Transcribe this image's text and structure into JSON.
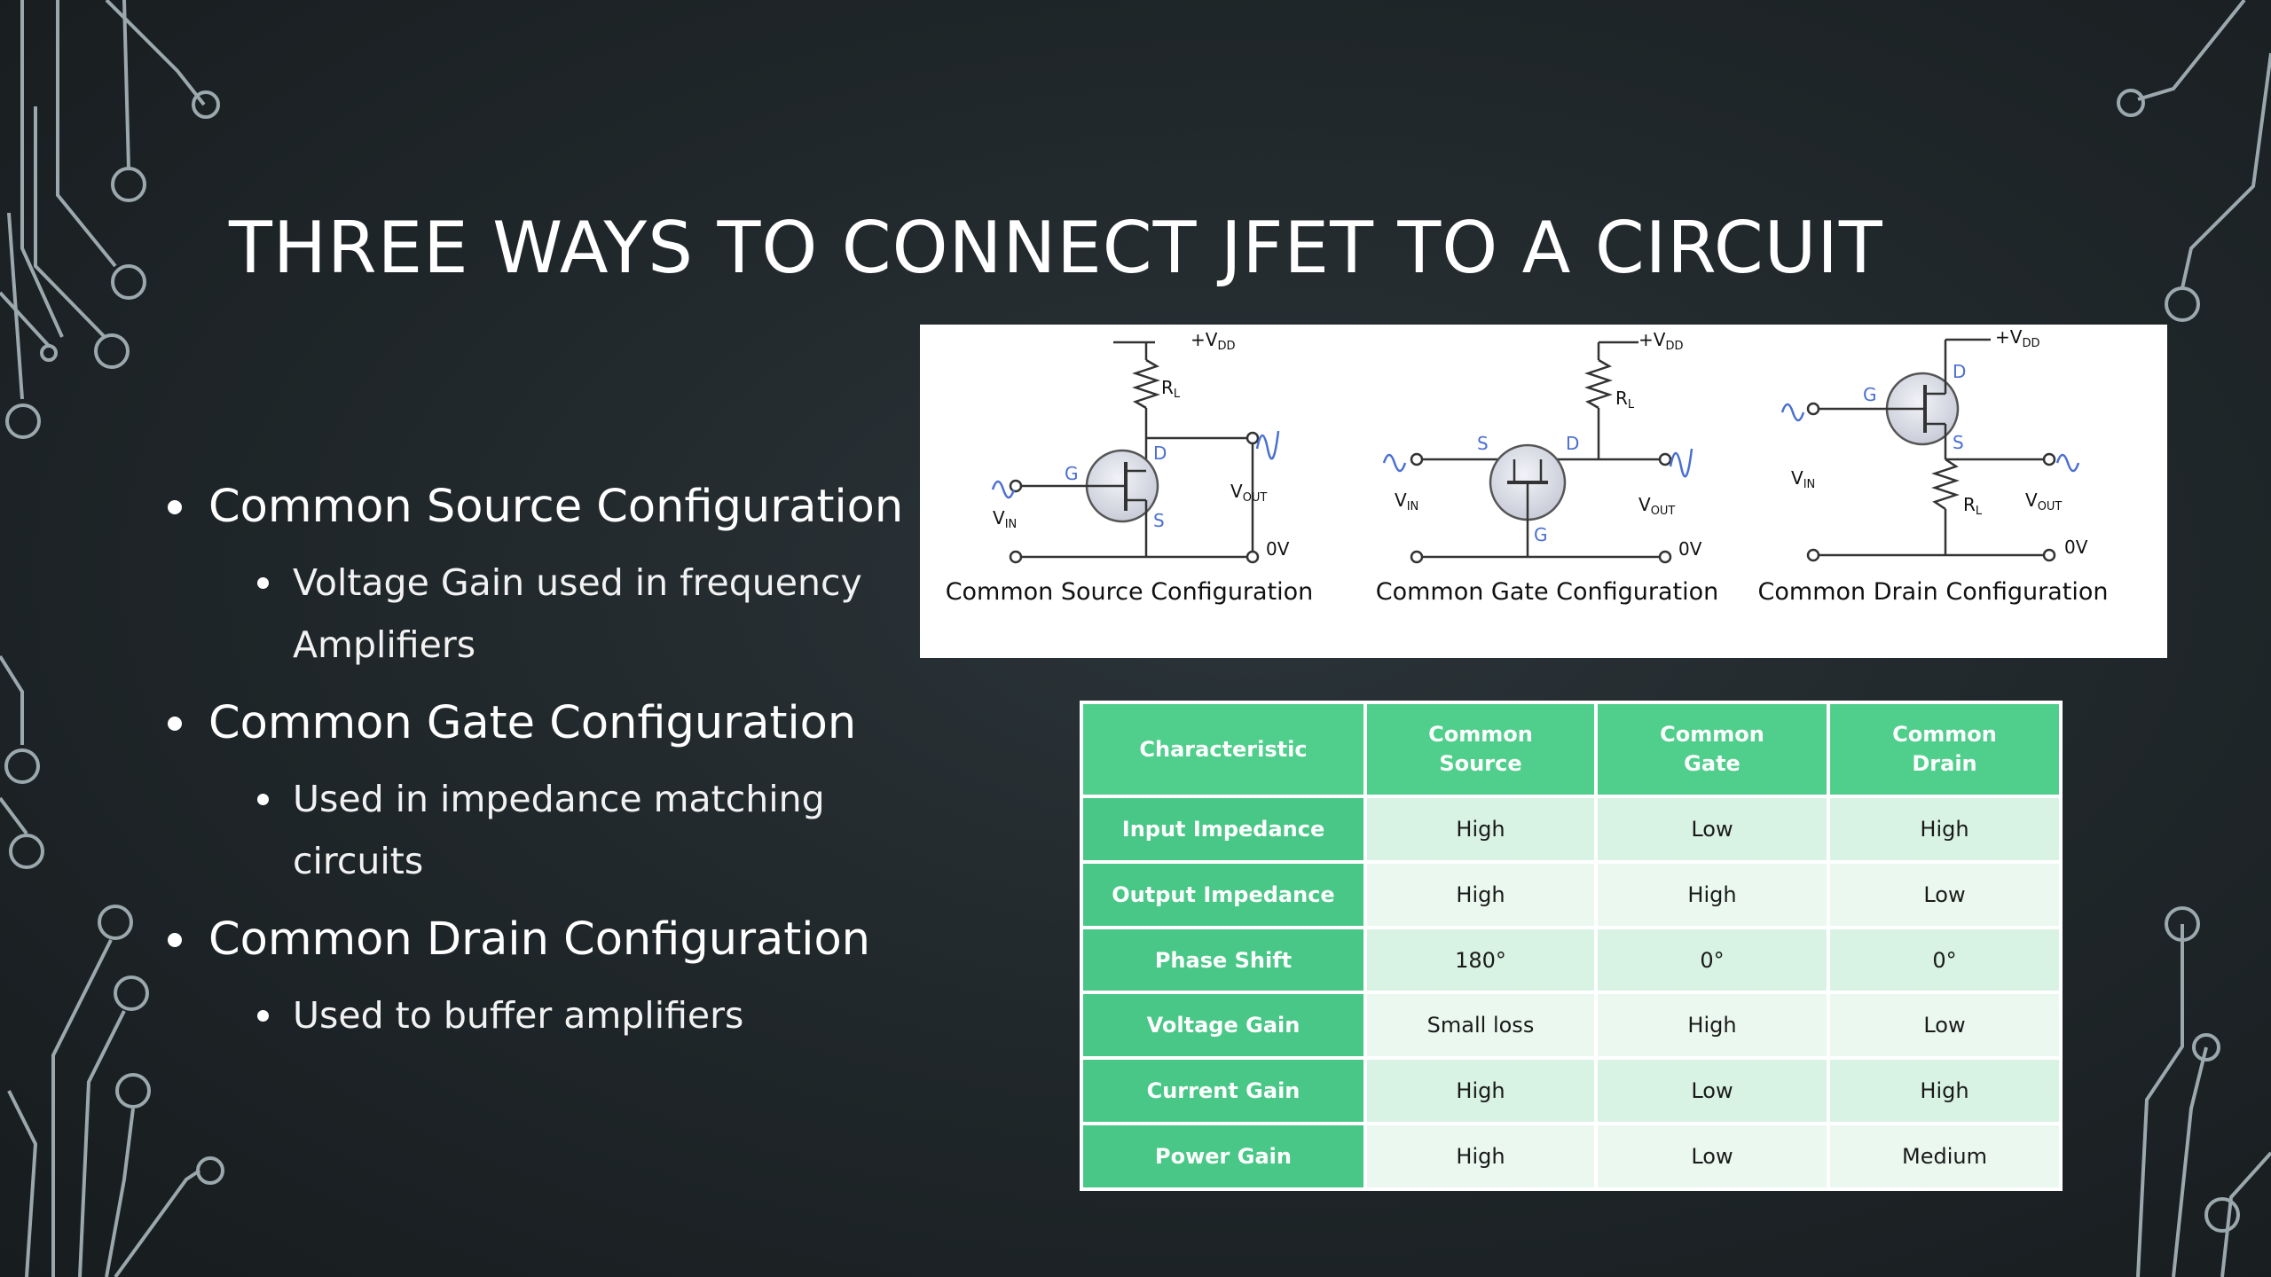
{
  "slide": {
    "title": "THREE WAYS TO CONNECT JFET TO A CIRCUIT",
    "bullets": [
      {
        "text": "Common Source Configuration",
        "sub": [
          "Voltage Gain used in frequency Amplifiers"
        ]
      },
      {
        "text": "Common Gate Configuration",
        "sub": [
          "Used in impedance matching circuits"
        ]
      },
      {
        "text": "Common Drain Configuration",
        "sub": [
          "Used to buffer amplifiers"
        ]
      }
    ]
  },
  "diagram": {
    "captions": [
      "Common Source Configuration",
      "Common Gate Configuration",
      "Common Drain Configuration"
    ],
    "labels": {
      "vdd": "+V",
      "vdd_sub": "DD",
      "rl": "R",
      "rl_sub": "L",
      "vin": "V",
      "vin_sub": "IN",
      "vout": "V",
      "vout_sub": "OUT",
      "zero": "0V",
      "g": "G",
      "d": "D",
      "s": "S"
    }
  },
  "table": {
    "headers": [
      "Characteristic",
      "Common Source",
      "Common Gate",
      "Common Drain"
    ],
    "rows": [
      [
        "Input Impedance",
        "High",
        "Low",
        "High"
      ],
      [
        "Output Impedance",
        "High",
        "High",
        "Low"
      ],
      [
        "Phase Shift",
        "180°",
        "0°",
        "0°"
      ],
      [
        "Voltage Gain",
        "Small loss",
        "High",
        "Low"
      ],
      [
        "Current Gain",
        "High",
        "Low",
        "High"
      ],
      [
        "Power Gain",
        "High",
        "Low",
        "Medium"
      ]
    ]
  },
  "colors": {
    "background": "#1f2629",
    "circuit_lines": "#a9b7bd",
    "table_header": "#4fcf8b",
    "table_row_header": "#48c786",
    "table_cell_light": "#eaf8f0",
    "table_cell_mid": "#d8f2e4",
    "diagram_blue": "#4a6fd0"
  }
}
